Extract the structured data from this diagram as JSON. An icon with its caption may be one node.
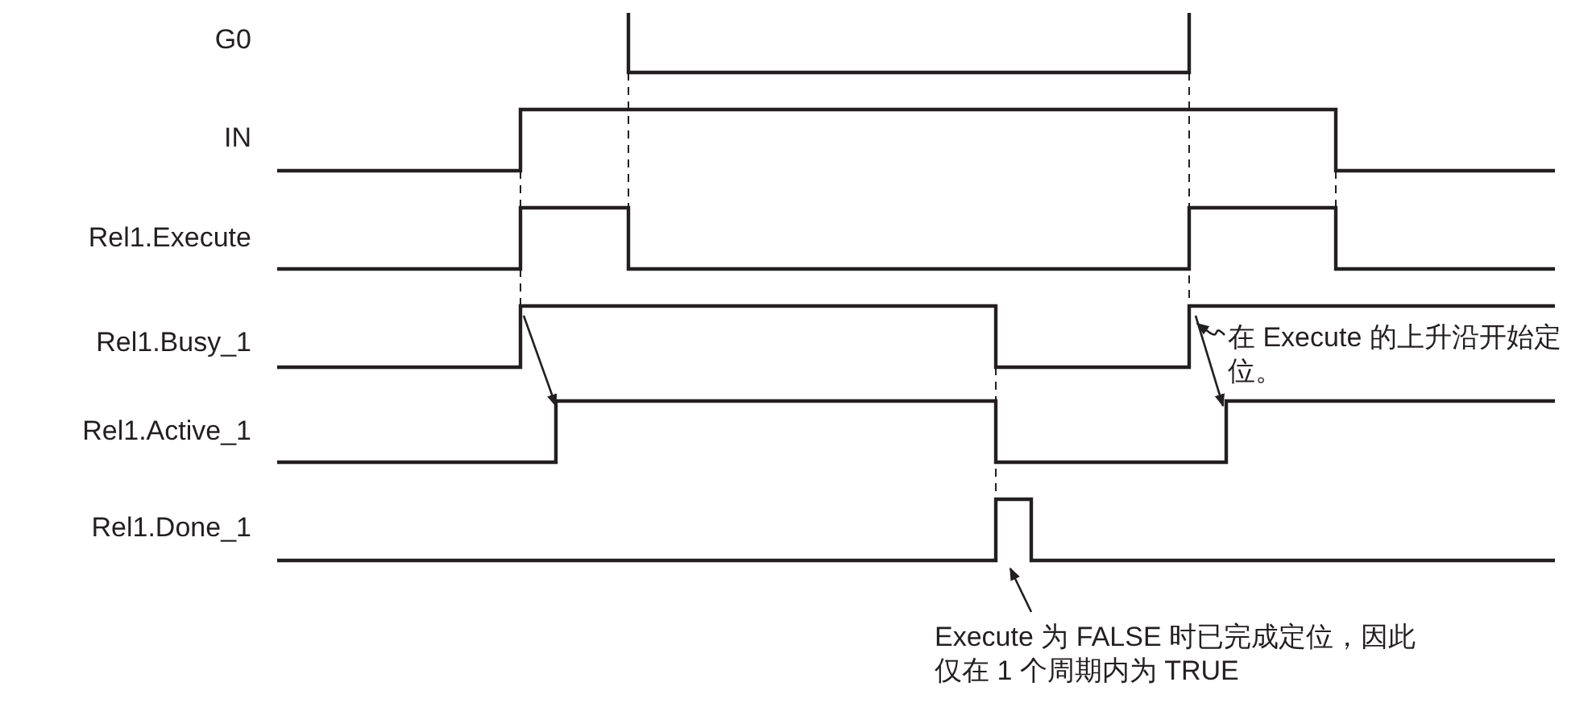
{
  "diagram": {
    "nodes": [
      {
        "text": [
          "在 Execute 的上升沿开始定位。"
        ]
      },
      {
        "text": [
          "Execute 为 FALSE 时已完成定位，因此仅在 1 个周期内为 TRUE"
        ]
      }
    ],
    "edges": [
      {
        "from": 0,
        "to": null,
        "arrow": "to"
      },
      {
        "from": 1,
        "to": null,
        "arrow": "to"
      }
    ],
    "labels": [
      "G0",
      "IN",
      "Rel1.Execute",
      "Rel1.Busy_1",
      "Rel1.Active_1",
      "Rel1.Done_1"
    ]
  }
}
